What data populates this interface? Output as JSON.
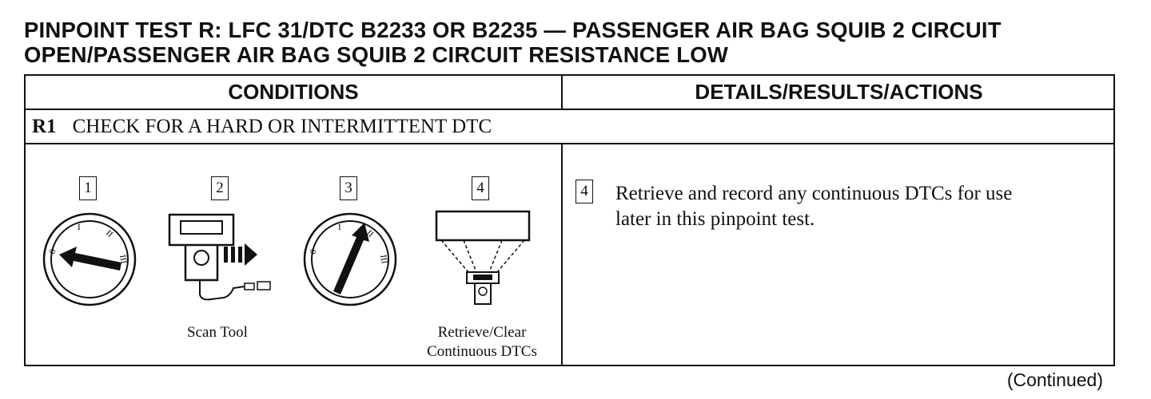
{
  "title": {
    "line1": "PINPOINT TEST R: LFC 31/DTC B2233 OR B2235 — PASSENGER AIR BAG SQUIB 2 CIRCUIT",
    "line2": "OPEN/PASSENGER AIR BAG SQUIB 2 CIRCUIT RESISTANCE LOW"
  },
  "table": {
    "conditions_header": "CONDITIONS",
    "details_header": "DETAILS/RESULTS/ACTIONS",
    "step": {
      "id": "R1",
      "label": "CHECK FOR A HARD OR INTERMITTENT DTC"
    },
    "illustrations": [
      {
        "number": "1",
        "icon": "ignition-key-off-icon",
        "caption": ""
      },
      {
        "number": "2",
        "icon": "scan-tool-icon",
        "caption": "Scan Tool"
      },
      {
        "number": "3",
        "icon": "ignition-key-run-icon",
        "caption": ""
      },
      {
        "number": "4",
        "icon": "retrieve-dtc-icon",
        "caption_line1": "Retrieve/Clear",
        "caption_line2": "Continuous DTCs"
      }
    ],
    "action": {
      "number": "4",
      "text_line1": "Retrieve and record any continuous DTCs for use",
      "text_line2": "later in this pinpoint test."
    }
  },
  "footer": {
    "continued": "(Continued)"
  }
}
